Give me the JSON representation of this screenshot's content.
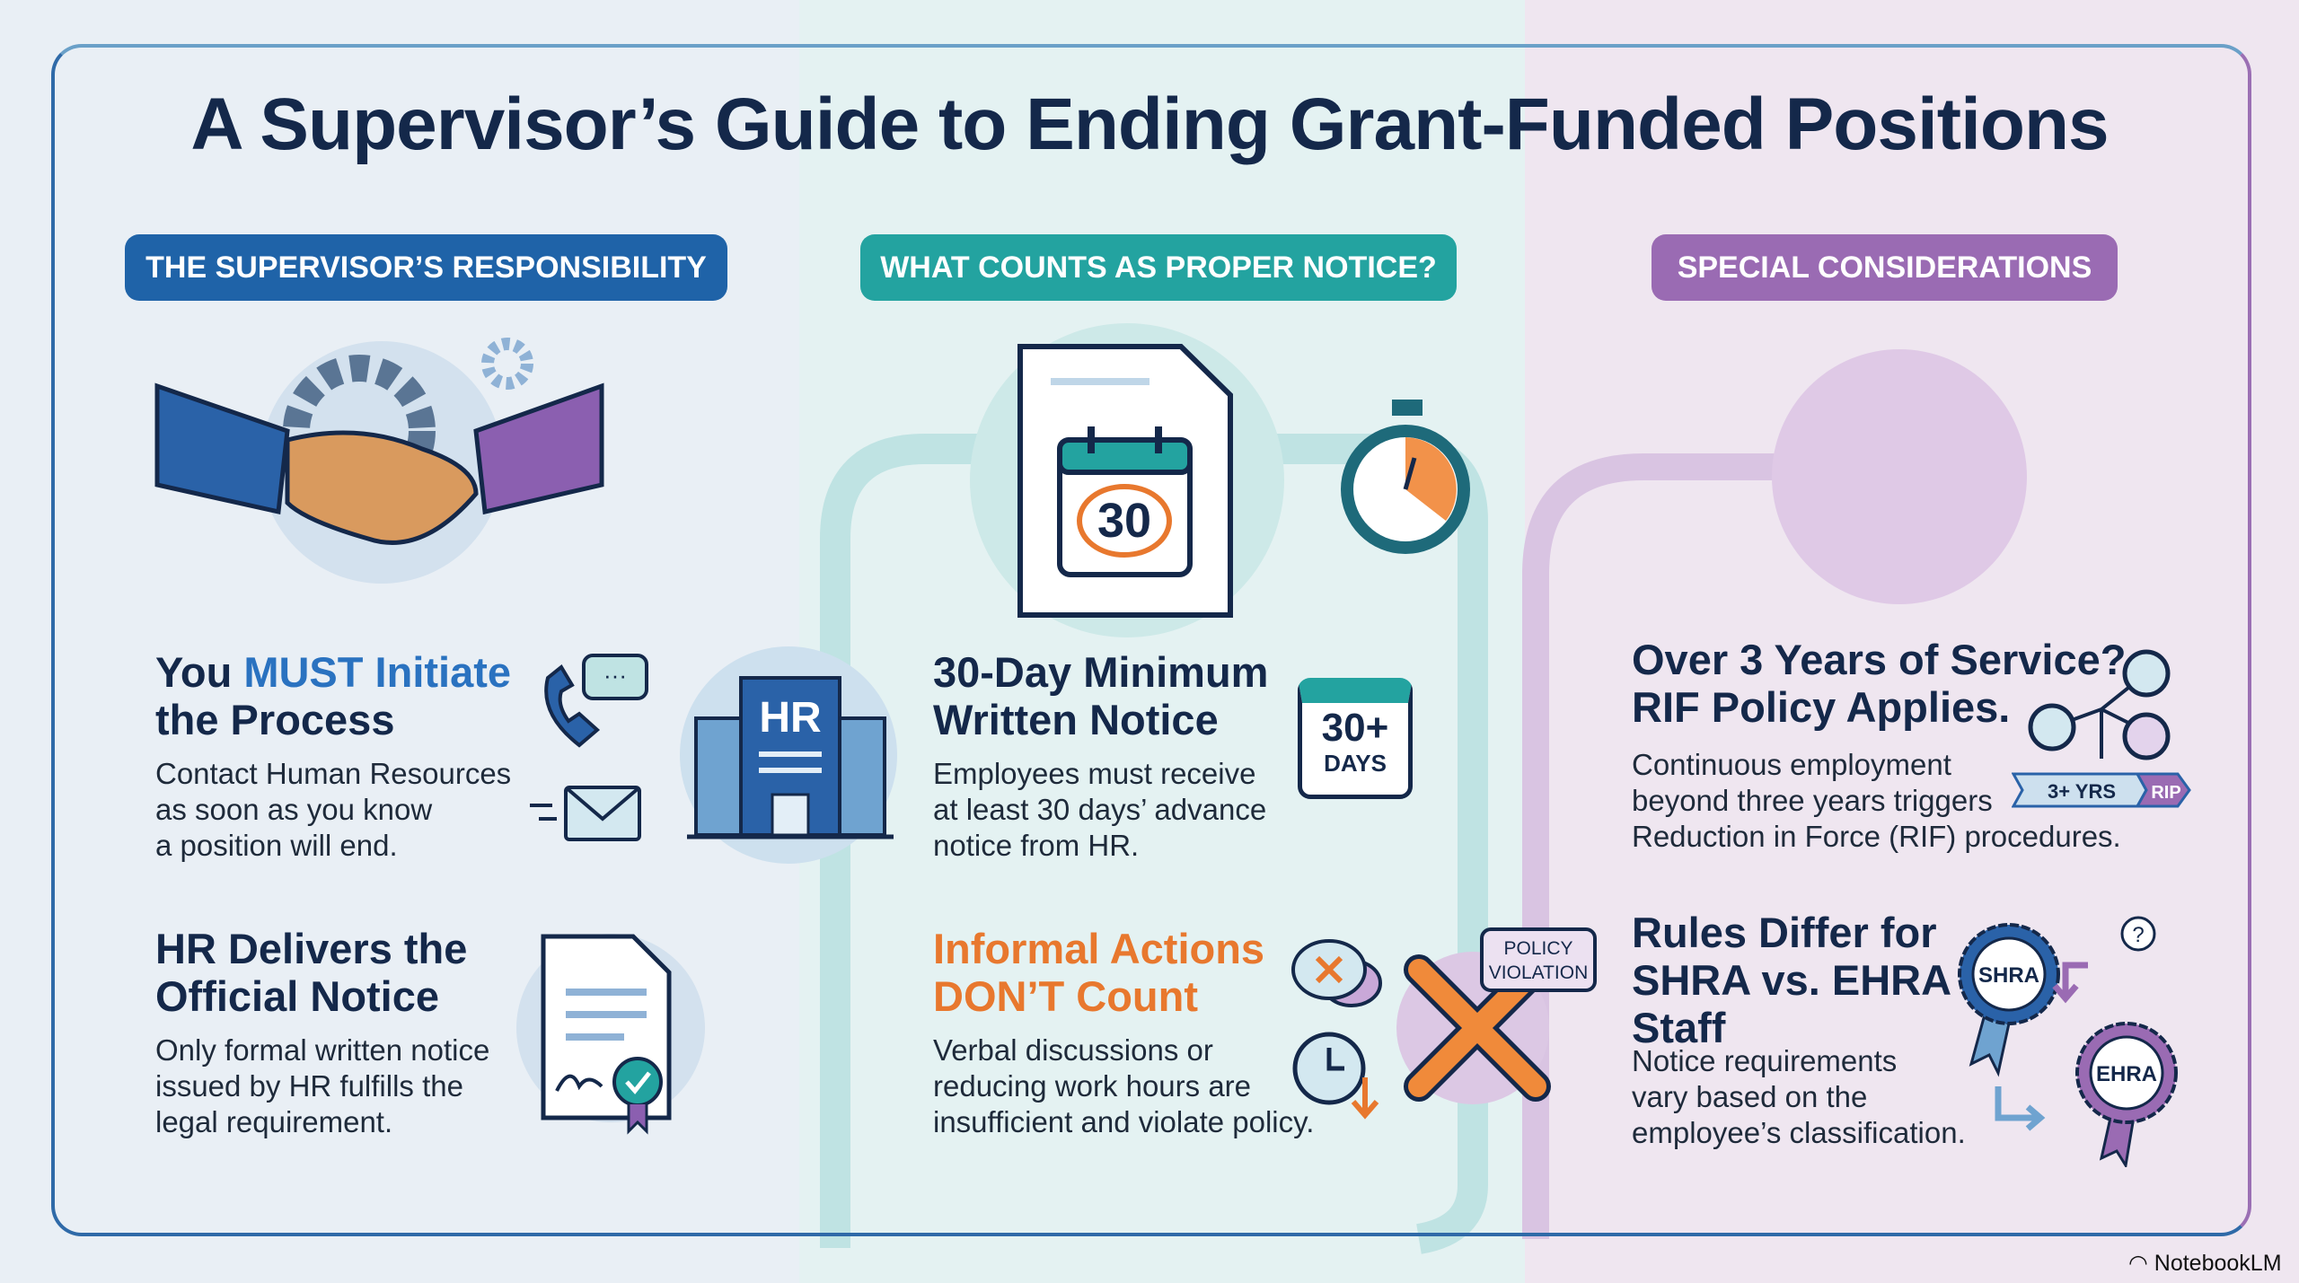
{
  "title": "A Supervisor’s Guide to Ending Grant-Funded Positions",
  "columns": [
    {
      "header": "THE SUPERVISOR’S RESPONSIBILITY",
      "color": "#1f63a8",
      "items": [
        {
          "heading_a": "You ",
          "heading_highlight": "MUST Initiate",
          "heading_b": "the Process",
          "body": [
            "Contact Human Resources",
            "as soon as you know",
            "a position will end."
          ]
        },
        {
          "heading": [
            "HR Delivers the",
            "Official Notice"
          ],
          "body": [
            "Only formal written notice",
            "issued by HR fulfills the",
            "legal requirement."
          ]
        }
      ],
      "hr_label": "HR"
    },
    {
      "header": "WHAT COUNTS AS PROPER NOTICE?",
      "color": "#23a3a0",
      "calendar_number": "30",
      "badge_number": "30+",
      "badge_unit": "DAYS",
      "items": [
        {
          "heading": [
            "30-Day Minimum",
            "Written Notice"
          ],
          "body": [
            "Employees must receive",
            "at least 30 days’ advance",
            "notice from HR."
          ]
        },
        {
          "heading": [
            "Informal Actions",
            "DON’T Count"
          ],
          "body": [
            "Verbal discussions or",
            "reducing work hours are",
            "insufficient and violate policy."
          ]
        }
      ],
      "policy_label": [
        "POLICY",
        "VIOLATION"
      ]
    },
    {
      "header": "SPECIAL CONSIDERATIONS",
      "color": "#9a6bb3",
      "items": [
        {
          "heading": [
            "Over 3 Years of Service?",
            "RIF Policy Applies."
          ],
          "body": [
            "Continuous employment",
            "beyond three years triggers",
            "Reduction in Force (RIF) procedures."
          ]
        },
        {
          "heading": [
            "Rules Differ for",
            "SHRA vs. EHRA",
            "Staff"
          ],
          "body": [
            "Notice requirements",
            "vary based on the",
            "employee’s classification."
          ]
        }
      ],
      "arrow_label_a": "3+ YRS",
      "arrow_label_b": "RIP",
      "badge_a": "SHRA",
      "badge_b": "EHRA",
      "question": "?"
    }
  ],
  "watermark": "NotebookLM"
}
